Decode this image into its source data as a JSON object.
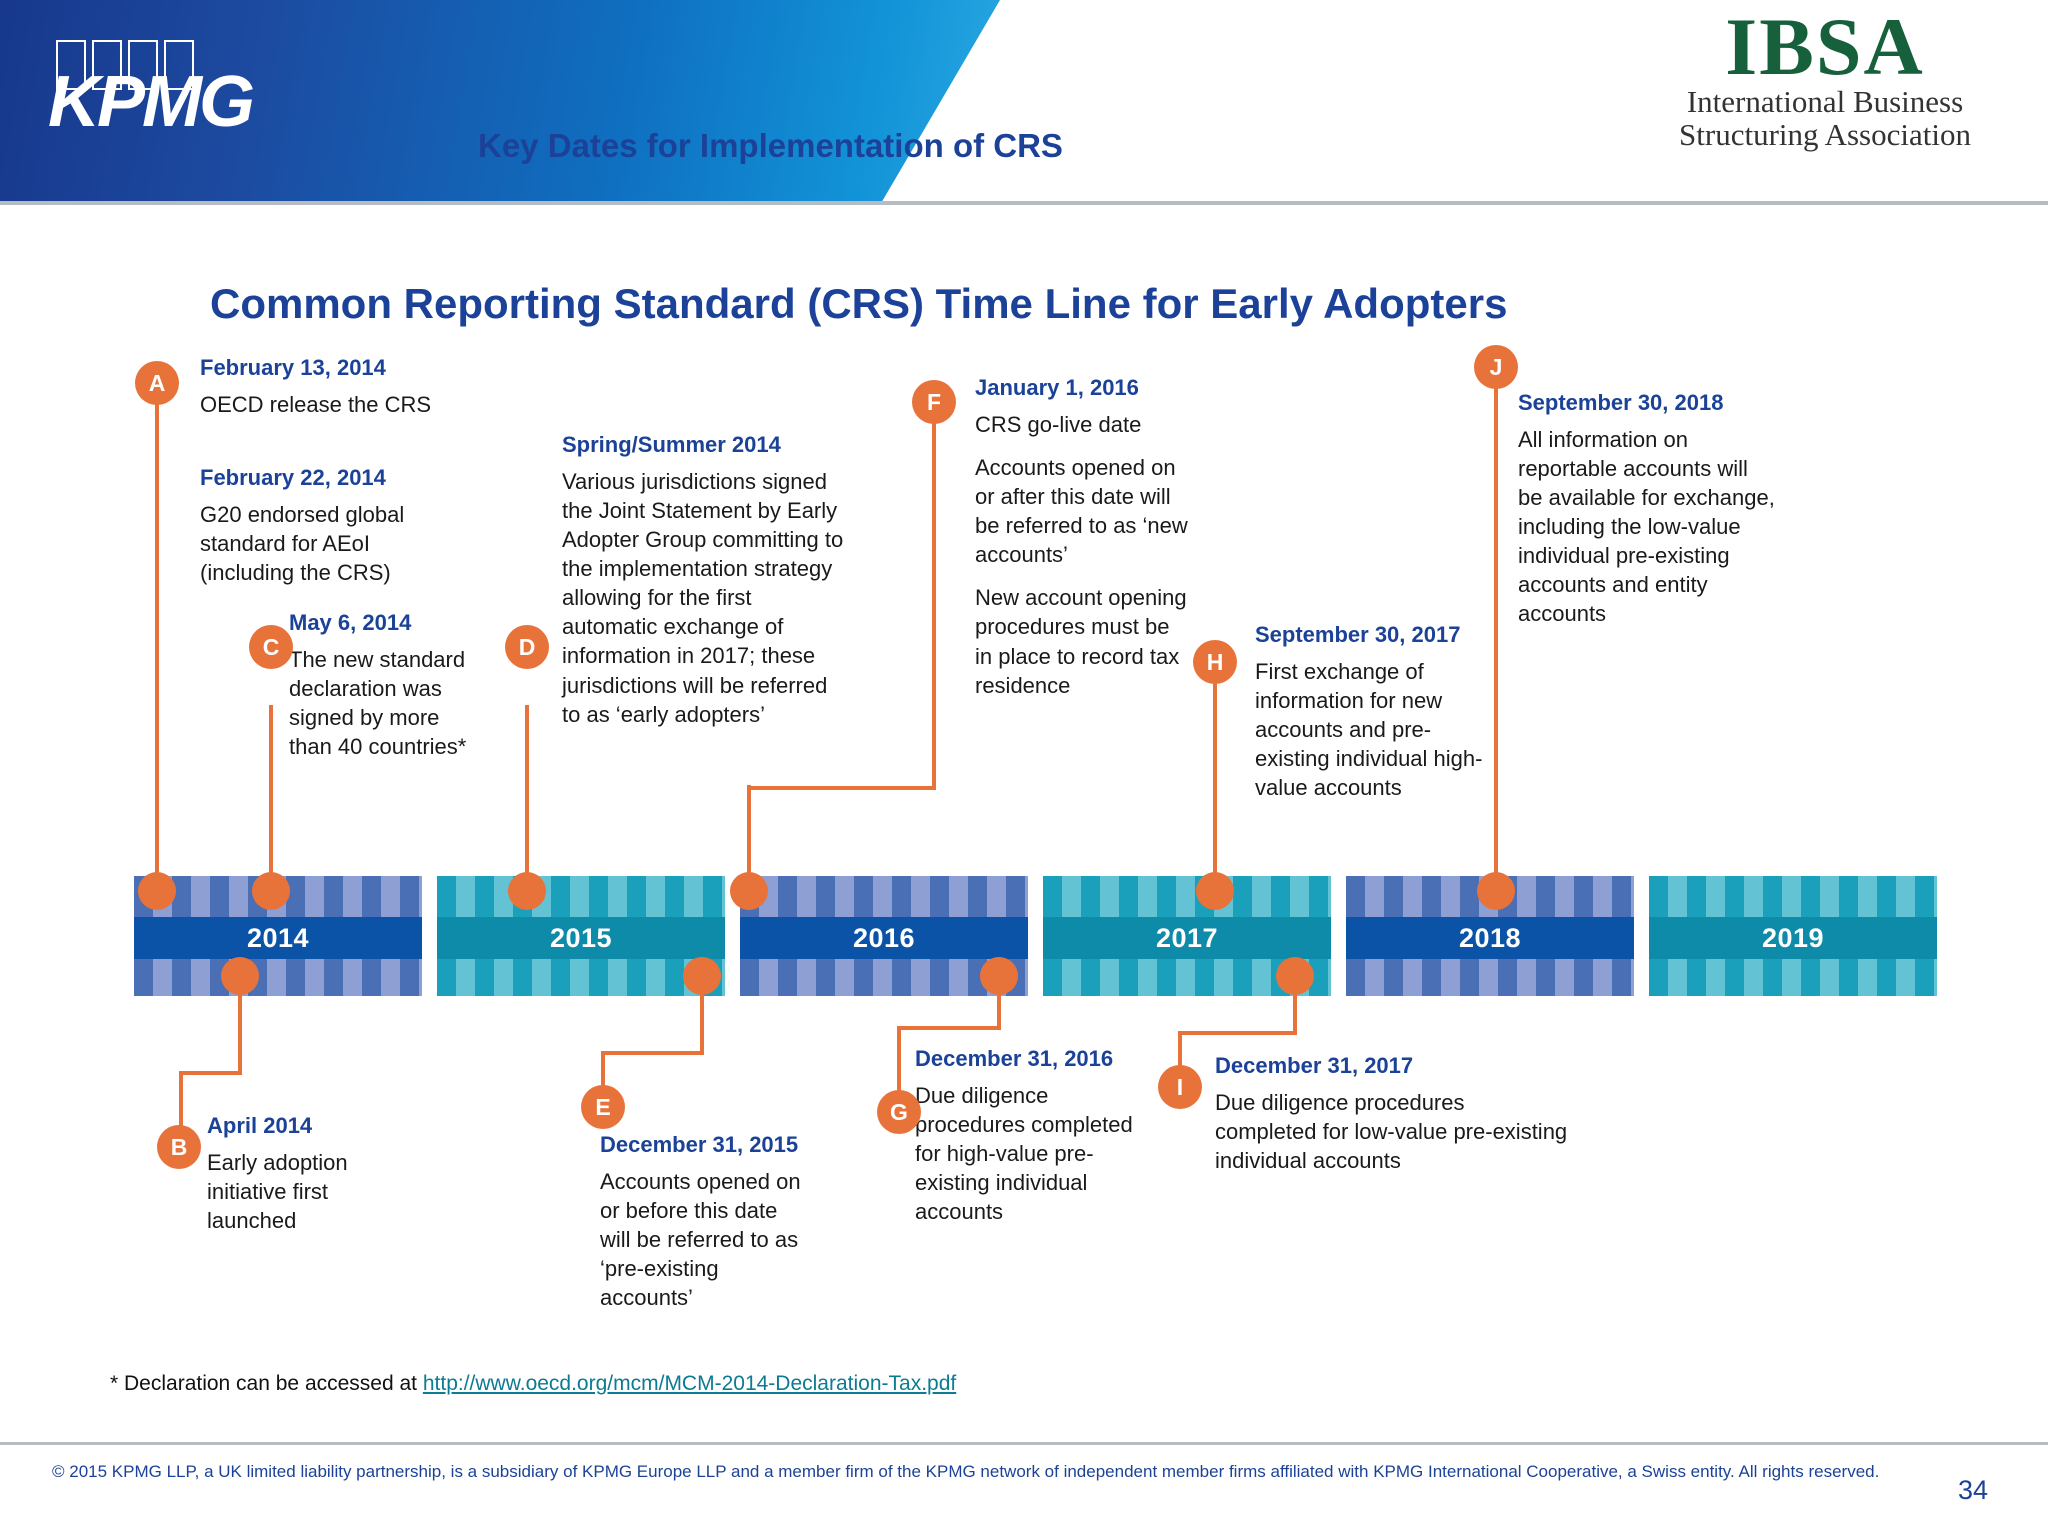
{
  "header": {
    "brand": "KPMG",
    "title": "Key Dates for Implementation of CRS",
    "partner_logo": {
      "mark": "IBSA",
      "line1": "International Business",
      "line2": "Structuring Association"
    }
  },
  "slide": {
    "title": "Common Reporting Standard (CRS) Time Line for Early Adopters"
  },
  "timeline": {
    "years": [
      {
        "label": "2014",
        "accent": "#0b53a6",
        "stripe_a": "#4a6fb5",
        "stripe_b": "#8e9fd4"
      },
      {
        "label": "2015",
        "accent": "#0d8ba8",
        "stripe_a": "#1aa0bb",
        "stripe_b": "#63c3d4"
      },
      {
        "label": "2016",
        "accent": "#0b53a6",
        "stripe_a": "#4a6fb5",
        "stripe_b": "#8e9fd4"
      },
      {
        "label": "2017",
        "accent": "#0d8ba8",
        "stripe_a": "#1aa0bb",
        "stripe_b": "#63c3d4"
      },
      {
        "label": "2018",
        "accent": "#0b53a6",
        "stripe_a": "#4a6fb5",
        "stripe_b": "#8e9fd4"
      },
      {
        "label": "2019",
        "accent": "#0d8ba8",
        "stripe_a": "#1aa0bb",
        "stripe_b": "#63c3d4"
      }
    ]
  },
  "markers": {
    "a": "A",
    "b": "B",
    "c": "C",
    "d": "D",
    "e": "E",
    "f": "F",
    "g": "G",
    "h": "H",
    "i": "I",
    "j": "J"
  },
  "events": {
    "a": {
      "date": "February 13, 2014",
      "body": [
        "OECD release the CRS"
      ]
    },
    "a2": {
      "date": "February 22, 2014",
      "body": [
        "G20 endorsed global\nstandard for AEoI\n(including the CRS)"
      ]
    },
    "b": {
      "date": "April 2014",
      "body": [
        "Early adoption\ninitiative first\nlaunched"
      ]
    },
    "c": {
      "date": "May 6, 2014",
      "body": [
        "The new standard\ndeclaration was\nsigned by more\nthan 40 countries*"
      ]
    },
    "d": {
      "date": "Spring/Summer 2014",
      "body": [
        "Various jurisdictions signed\nthe Joint Statement by Early\nAdopter Group committing to\nthe implementation strategy\nallowing for the first\nautomatic exchange of\ninformation in 2017; these\njurisdictions will be referred\nto as ‘early adopters’"
      ]
    },
    "e": {
      "date": "December 31, 2015",
      "body": [
        "Accounts opened on\nor before this date\nwill be referred to as\n‘pre-existing\naccounts’"
      ]
    },
    "f": {
      "date": "January 1, 2016",
      "body": [
        "CRS go-live date",
        "Accounts opened on\nor after this date will\nbe referred to as ‘new\naccounts’",
        "New account opening\nprocedures must be\nin place to record tax\nresidence"
      ]
    },
    "g": {
      "date": "December 31, 2016",
      "body": [
        "Due diligence\nprocedures completed\nfor high-value pre-\nexisting individual\naccounts"
      ]
    },
    "h": {
      "date": "September 30, 2017",
      "body": [
        "First exchange of\ninformation for new\naccounts and pre-\nexisting individual high-\nvalue accounts"
      ]
    },
    "i": {
      "date": "December 31, 2017",
      "body": [
        "Due diligence procedures\ncompleted for low-value pre-existing\nindividual accounts"
      ]
    },
    "j": {
      "date": "September 30, 2018",
      "body": [
        "All information on\nreportable accounts will\nbe available for exchange,\nincluding the low-value\nindividual pre-existing\naccounts and entity\naccounts"
      ]
    }
  },
  "footnote": {
    "prefix": "* Declaration can be accessed at ",
    "link": "http://www.oecd.org/mcm/MCM-2014-Declaration-Tax.pdf"
  },
  "footer": {
    "copyright": "© 2015 KPMG LLP, a UK limited liability partnership, is a subsidiary of KPMG Europe LLP and a member firm of the KPMG network of independent member firms affiliated with KPMG International Cooperative, a Swiss entity. All rights reserved.",
    "page": "34"
  },
  "colors": {
    "accent_orange": "#e8733a",
    "kpmg_blue": "#1b4298",
    "ibsa_green": "#16613c",
    "link": "#0d7b92"
  }
}
